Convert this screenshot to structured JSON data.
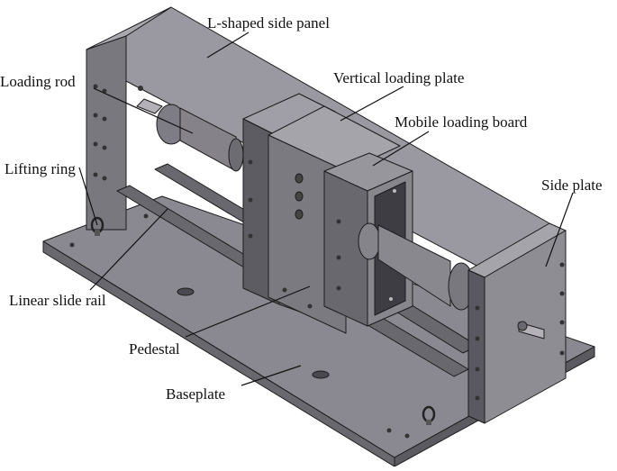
{
  "labels": {
    "l_side_panel": "L-shaped side panel",
    "loading_rod": "Loading rod",
    "vertical_loading_plate": "Vertical loading plate",
    "mobile_loading_board": "Mobile loading board",
    "lifting_ring": "Lifting ring",
    "side_plate": "Side plate",
    "linear_slide_rail": "Linear slide rail",
    "pedestal": "Pedestal",
    "baseplate": "Baseplate"
  },
  "colors": {
    "metal_light": "#8e8c93",
    "metal_mid": "#78767d",
    "metal_dark": "#5c5a61",
    "rail": "#6a686f"
  }
}
